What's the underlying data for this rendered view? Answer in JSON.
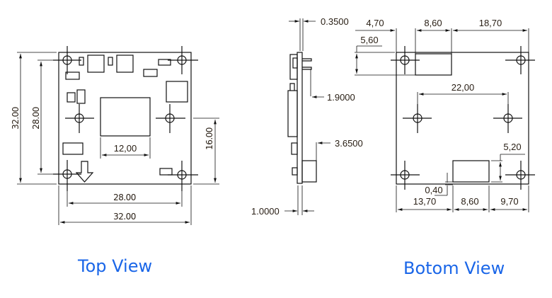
{
  "colors": {
    "title": "#1a66e8",
    "line": "#111111",
    "dimension_text": "#2a2016"
  },
  "top_view": {
    "title": "Top View",
    "dims": {
      "height_outer": "32.00",
      "height_holes": "28.00",
      "offset_right": "16.00",
      "chip_width": "12,00",
      "width_holes": "28.00",
      "width_outer": "32.00"
    }
  },
  "side_view": {
    "dims": {
      "top": "0.3500",
      "pins": "1.9000",
      "connector": "3.6500",
      "pcb": "1.0000"
    }
  },
  "bottom_view": {
    "title": "Botom View",
    "dims": {
      "top_left": "4,70",
      "top_mid": "8,60",
      "top_right": "18,70",
      "left_height": "5,60",
      "hole_spacing": "22,00",
      "right_height": "5,20",
      "gap": "0,40",
      "bottom_left": "13,70",
      "bottom_mid": "8,60",
      "bottom_right": "9,70"
    }
  }
}
